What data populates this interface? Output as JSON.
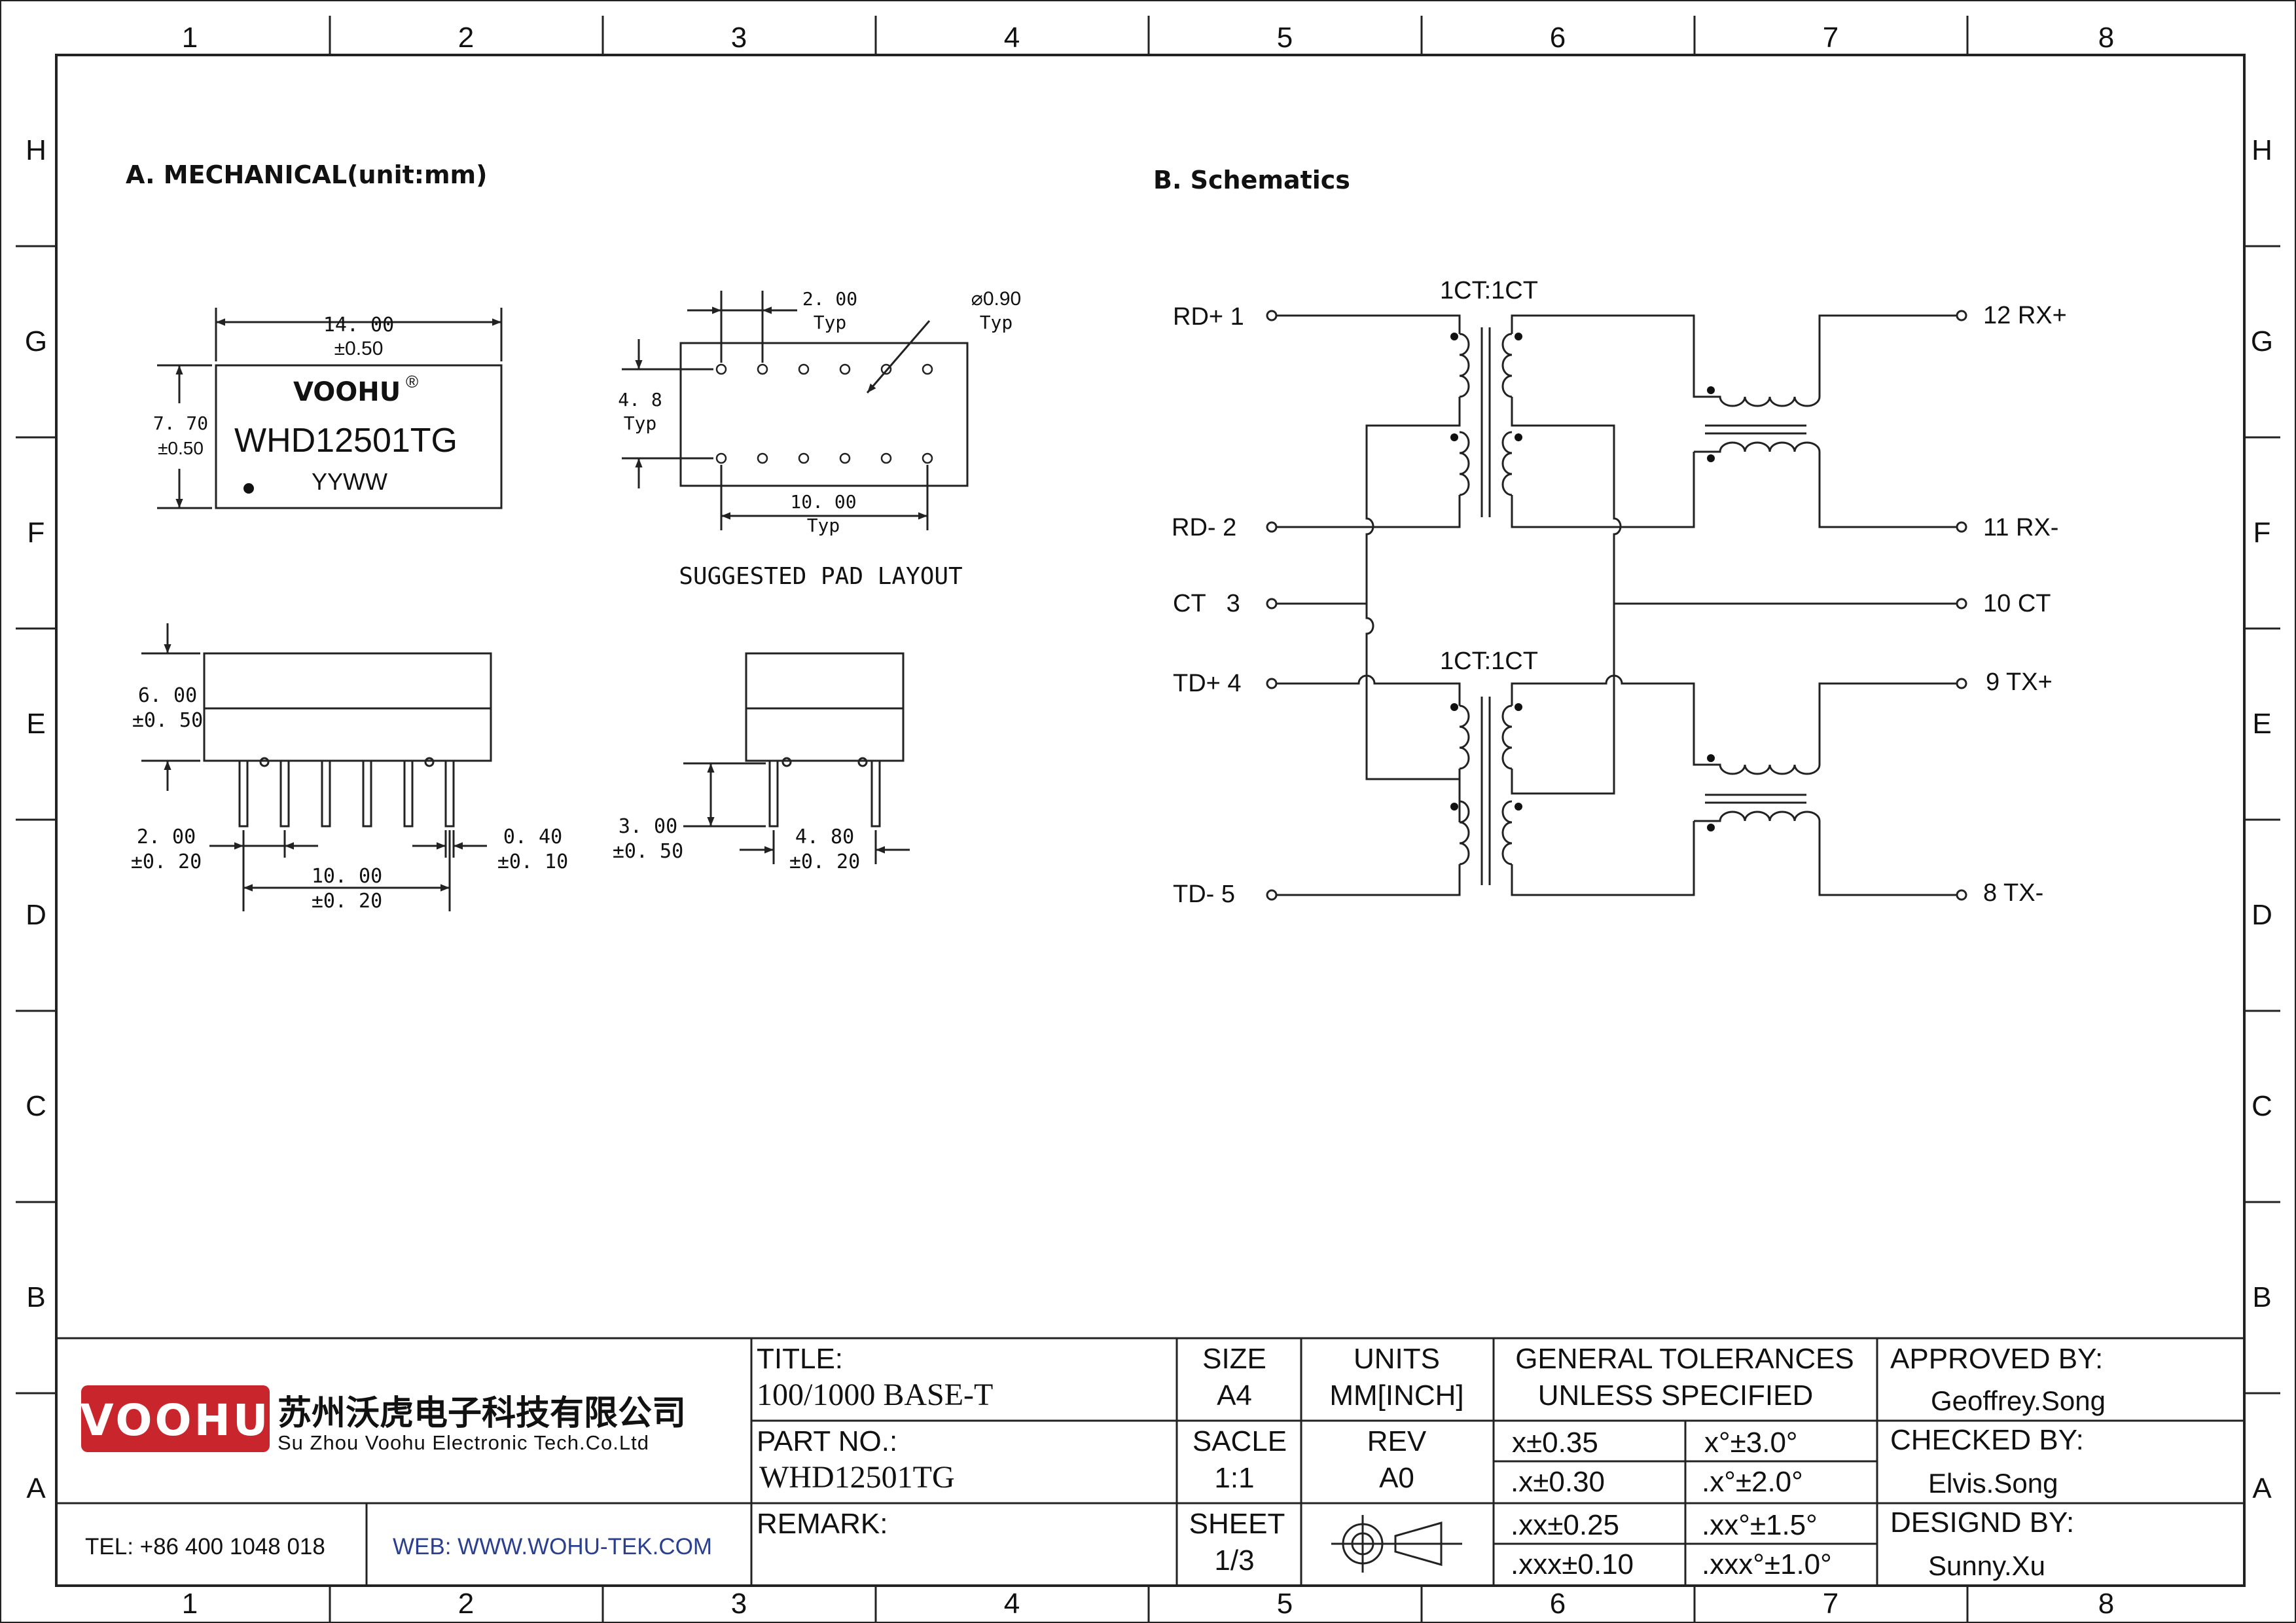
{
  "frame": {
    "columns": [
      "1",
      "2",
      "3",
      "4",
      "5",
      "6",
      "7",
      "8"
    ],
    "rows": [
      "H",
      "G",
      "F",
      "E",
      "D",
      "C",
      "B",
      "A"
    ]
  },
  "mechanical": {
    "heading": "A. MECHANICAL(unit:mm)",
    "body_top": {
      "brand": "VOOHU",
      "registered": "®",
      "part": "WHD12501TG",
      "datecode": "YYWW",
      "width_value": "14. 00",
      "width_tol": "±0.50",
      "height_value": "7. 70",
      "height_tol": "±0.50"
    },
    "pad_layout": {
      "caption": "SUGGESTED PAD LAYOUT",
      "pitch_value": "2. 00",
      "pitch_note": "Typ",
      "hole_value": "⌀0.90",
      "hole_note": "Typ",
      "row_value": "4. 8",
      "row_note": "Typ",
      "span_value": "10. 00",
      "span_note": "Typ"
    },
    "side_view": {
      "height_value": "6. 00",
      "height_tol": "±0. 50",
      "pitch_value": "2. 00",
      "pitch_tol": "±0. 20",
      "span_value": "10. 00",
      "span_tol": "±0. 20",
      "pin_value": "0. 40",
      "pin_tol": "±0. 10"
    },
    "end_view": {
      "lead_value": "3. 00",
      "lead_tol": "±0. 50",
      "row_value": "4. 80",
      "row_tol": "±0. 20"
    }
  },
  "schematic": {
    "heading": "B. Schematics",
    "ratio_top": "1CT:1CT",
    "ratio_bottom": "1CT:1CT",
    "pins_left": [
      "RD+ 1",
      "RD- 2",
      "CT   3",
      "TD+ 4",
      "TD- 5"
    ],
    "pins_right": [
      "12 RX+",
      "11 RX-",
      "10 CT",
      "9 TX+",
      "8 TX-"
    ]
  },
  "title_block": {
    "logo_text": "VOOHU",
    "company_cn": "苏州沃虎电子科技有限公司",
    "company_en": "Su Zhou Voohu Electronic Tech.Co.Ltd",
    "tel": "TEL: +86 400 1048 018",
    "web": "WEB: WWW.WOHU-TEK.COM",
    "title_label": "TITLE:",
    "title_value": "100/1000 BASE-T",
    "part_label": "PART NO.:",
    "part_value": "WHD12501TG",
    "remark_label": "REMARK:",
    "size_label": "SIZE",
    "size_value": "A4",
    "units_label": "UNITS",
    "units_value": "MM[INCH]",
    "scale_label": "SACLE",
    "scale_value": "1:1",
    "rev_label": "REV",
    "rev_value": "A0",
    "sheet_label": "SHEET",
    "sheet_value": "1/3",
    "tolerance_title_1": "GENERAL TOLERANCES",
    "tolerance_title_2": "UNLESS SPECIFIED",
    "tolerances": [
      [
        "x±0.35",
        "x°±3.0°"
      ],
      [
        ".x±0.30",
        ".x°±2.0°"
      ],
      [
        ".xx±0.25",
        ".xx°±1.5°"
      ],
      [
        ".xxx±0.10",
        ".xxx°±1.0°"
      ]
    ],
    "approved_label": "APPROVED BY:",
    "approved_value": "Geoffrey.Song",
    "checked_label": "CHECKED BY:",
    "checked_value": "Elvis.Song",
    "designed_label": "DESIGND BY:",
    "designed_value": "Sunny.Xu",
    "colors": {
      "logo_red": "#c8252c",
      "web_blue": "#2a3f8f",
      "line": "#222222"
    }
  }
}
